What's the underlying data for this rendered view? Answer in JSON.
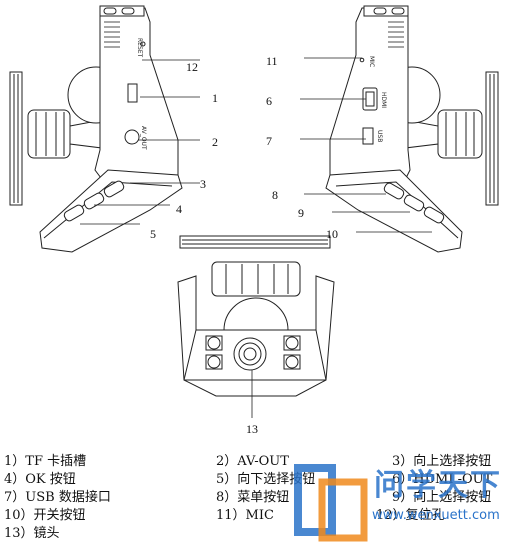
{
  "callouts": {
    "c1": "1",
    "c2": "2",
    "c3": "3",
    "c4": "4",
    "c5": "5",
    "c6": "6",
    "c7": "7",
    "c8": "8",
    "c9": "9",
    "c10": "10",
    "c11": "11",
    "c12": "12",
    "c13": "13"
  },
  "port_labels": {
    "reset": "RESET",
    "av_out": "AV_OUT",
    "hdmi": "HDMI",
    "usb": "USB",
    "mic": "MIC"
  },
  "legend": [
    {
      "id": "1",
      "text": "1）TF 卡插槽"
    },
    {
      "id": "2",
      "text": "2）AV-OUT"
    },
    {
      "id": "3",
      "text": "3）向上选择按钮"
    },
    {
      "id": "4",
      "text": "4）OK 按钮"
    },
    {
      "id": "5",
      "text": "5）向下选择按钮"
    },
    {
      "id": "6",
      "text": "6）HDMI -OUT"
    },
    {
      "id": "7",
      "text": "7）USB 数据接口"
    },
    {
      "id": "8",
      "text": "8）菜单按钮"
    },
    {
      "id": "9",
      "text": "9）向上选择按钮"
    },
    {
      "id": "10",
      "text": "10）开关按钮"
    },
    {
      "id": "11",
      "text": "11）MIC"
    },
    {
      "id": "12",
      "text": "12）复位孔"
    },
    {
      "id": "13",
      "text": "13）镜头"
    }
  ],
  "watermark": {
    "text": "问学天下",
    "url": "www.wenxuett.com",
    "color": "#2a73c9",
    "accent": "#f08a1c"
  }
}
